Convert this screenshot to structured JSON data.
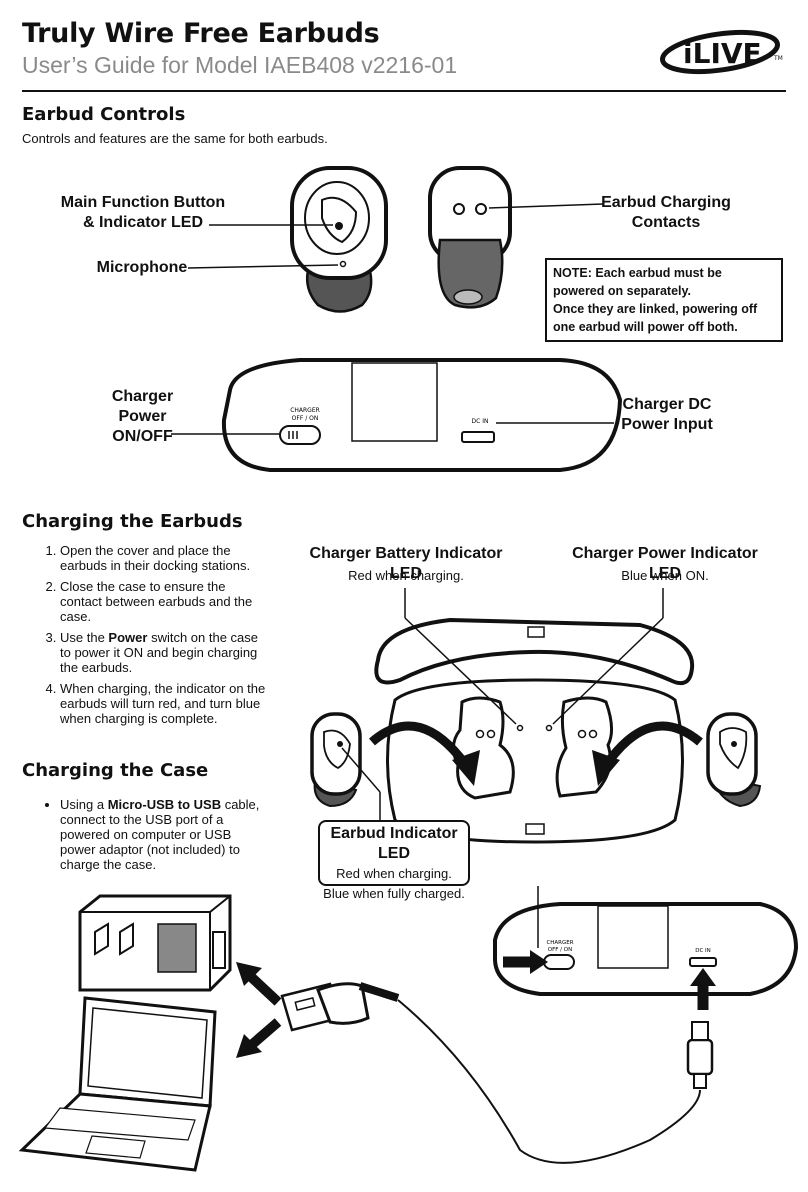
{
  "header": {
    "title": "Truly Wire Free Earbuds",
    "subtitle": "User’s Guide for Model IAEB408 v2216-01",
    "logo_text": "iLIVE",
    "logo_tm": "TM"
  },
  "earbud_controls": {
    "heading": "Earbud Controls",
    "intro": "Controls and features are the same for both earbuds.",
    "label_main_function_1": "Main Function Button",
    "label_main_function_2": "& Indicator LED",
    "label_microphone": "Microphone",
    "label_charging_contacts_1": "Earbud Charging",
    "label_charging_contacts_2": "Contacts",
    "note_1": "NOTE: Each earbud must be powered on separately.",
    "note_2": "Once they are linked, powering off one earbud will power off both.",
    "label_charger_power_1": "Charger",
    "label_charger_power_2": "Power",
    "label_charger_power_3": "ON/OFF",
    "label_dc_input_1": "Charger DC",
    "label_dc_input_2": "Power Input",
    "case_switch_1": "CHARGER",
    "case_switch_2": "OFF / ON",
    "case_dc_in": "DC IN"
  },
  "charging_earbuds": {
    "heading": "Charging the Earbuds",
    "steps": [
      "Open the cover and place the earbuds in their docking stations.",
      "Close the case to ensure the contact between earbuds and the case.",
      "switch on the case to power it ON and begin charging the earbuds.",
      "When charging, the indicator on the earbuds will turn red, and turn blue when charging is complete."
    ],
    "step3_prefix": "Use the ",
    "step3_bold": "Power",
    "battery_led_label": "Charger Battery Indicator LED",
    "battery_led_sub": "Red when charging.",
    "power_led_label": "Charger Power Indicator LED",
    "power_led_sub": "Blue when ON.",
    "earbud_led_label": "Earbud Indicator LED",
    "earbud_led_sub_1": "Red when charging.",
    "earbud_led_sub_2": "Blue when fully charged."
  },
  "charging_case": {
    "heading": "Charging the Case",
    "bullet_prefix": "Using a ",
    "bullet_bold": "Micro-USB to USB",
    "bullet_rest": " cable, connect to the USB port of a powered on computer or USB power adaptor (not included) to charge the case."
  }
}
